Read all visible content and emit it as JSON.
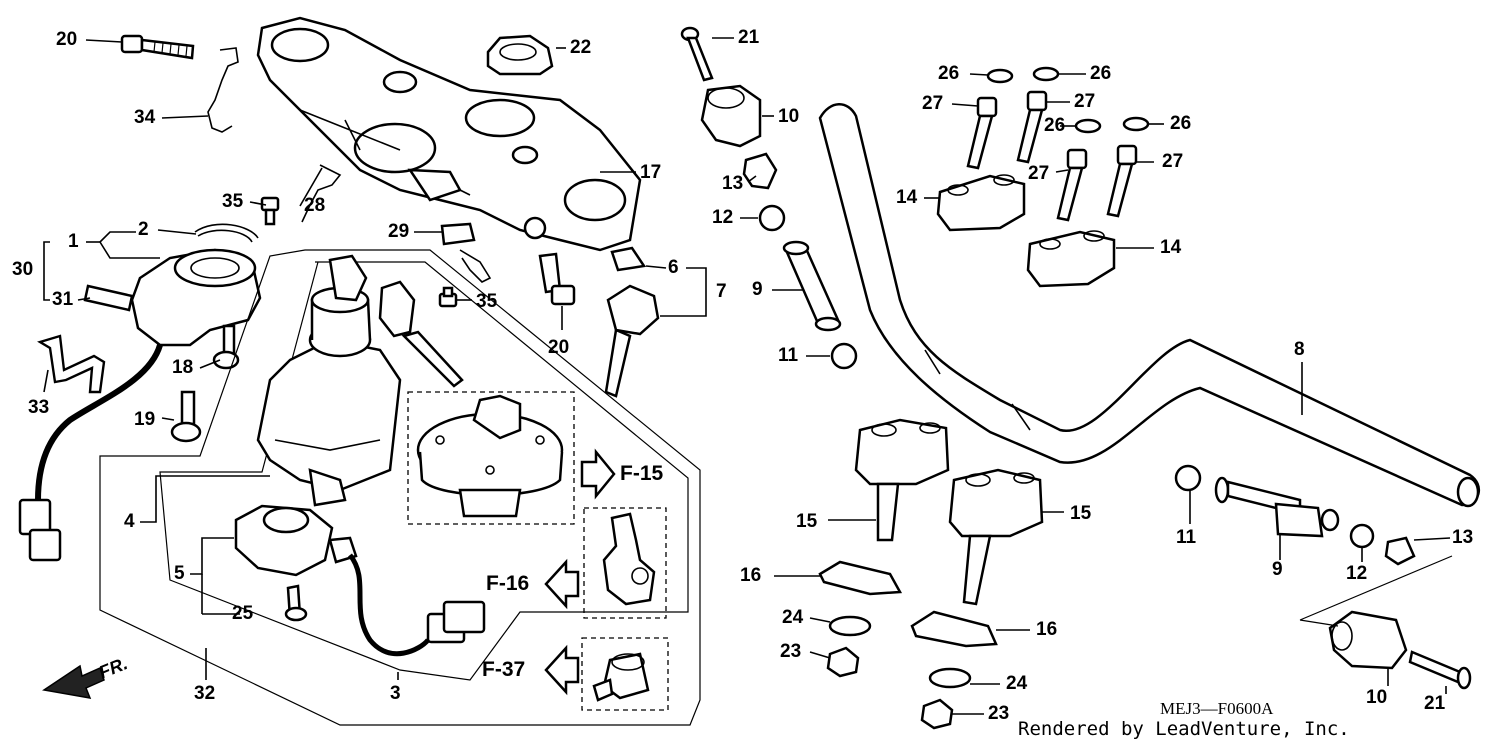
{
  "diagram": {
    "code": "MEJ3—F0600A",
    "credit": "Rendered by LeadVenture, Inc.",
    "direction": "FR.",
    "refs": {
      "f15": "F-15",
      "f16": "F-16",
      "f37": "F-37"
    },
    "callouts": {
      "c20a": "20",
      "c34": "34",
      "c35a": "35",
      "c28": "28",
      "c2": "2",
      "c1": "1",
      "c30": "30",
      "c31": "31",
      "c33": "33",
      "c18": "18",
      "c19": "19",
      "c4": "4",
      "c5": "5",
      "c25": "25",
      "c32": "32",
      "c3": "3",
      "c22": "22",
      "c17": "17",
      "c29": "29",
      "c35b": "35",
      "c20b": "20",
      "c21a": "21",
      "c10a": "10",
      "c13a": "13",
      "c12a": "12",
      "c6": "6",
      "c7": "7",
      "c9a": "9",
      "c11a": "11",
      "c26a": "26",
      "c26b": "26",
      "c27a": "27",
      "c27b": "27",
      "c26c": "26",
      "c26d": "26",
      "c27c": "27",
      "c27d": "27",
      "c14a": "14",
      "c14b": "14",
      "c8": "8",
      "c15a": "15",
      "c15b": "15",
      "c16a": "16",
      "c16b": "16",
      "c24a": "24",
      "c24b": "24",
      "c23a": "23",
      "c23b": "23",
      "c11b": "11",
      "c9b": "9",
      "c12b": "12",
      "c13b": "13",
      "c10b": "10",
      "c21b": "21"
    }
  }
}
